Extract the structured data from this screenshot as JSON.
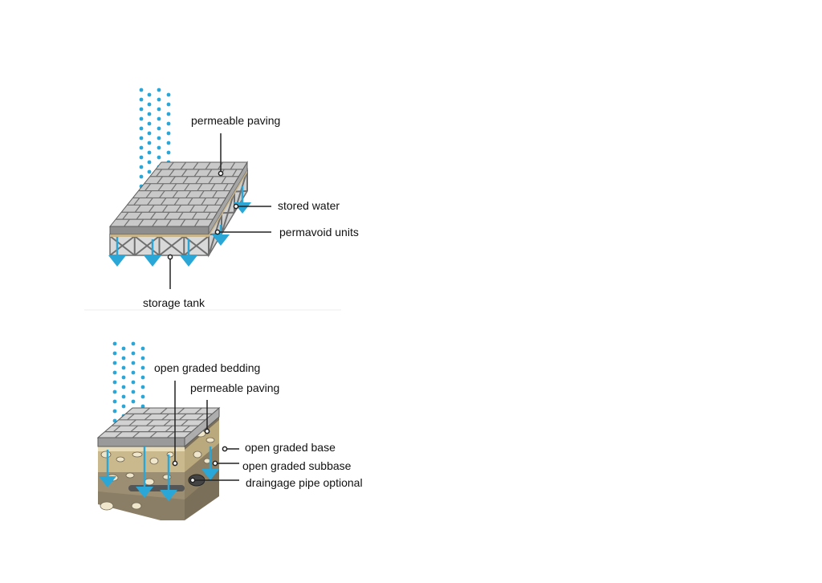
{
  "colors": {
    "rain": "#2aa7d6",
    "arrow": "#2aa7d6",
    "paver_top": "#c9c9c9",
    "paver_line": "#6f6f6f",
    "paver_side": "#8e8e8e",
    "frame": "#7a7a7a",
    "bedding": "#e9dcb8",
    "base": "#cbb98e",
    "subbase": "#9c8e72",
    "soil": "#8a7f66",
    "leader": "#222222"
  },
  "diagram_top": {
    "labels": {
      "permeable_paving": "permeable paving",
      "stored_water": "stored water",
      "permavoid_units": "permavoid units",
      "storage_tank": "storage tank"
    }
  },
  "diagram_bottom": {
    "labels": {
      "open_graded_bedding": "open graded bedding",
      "permeable_paving": "permeable paving",
      "open_graded_base": "open graded base",
      "open_graded_subbase": "open graded subbase",
      "drainage_pipe": "draingage pipe optional"
    }
  }
}
